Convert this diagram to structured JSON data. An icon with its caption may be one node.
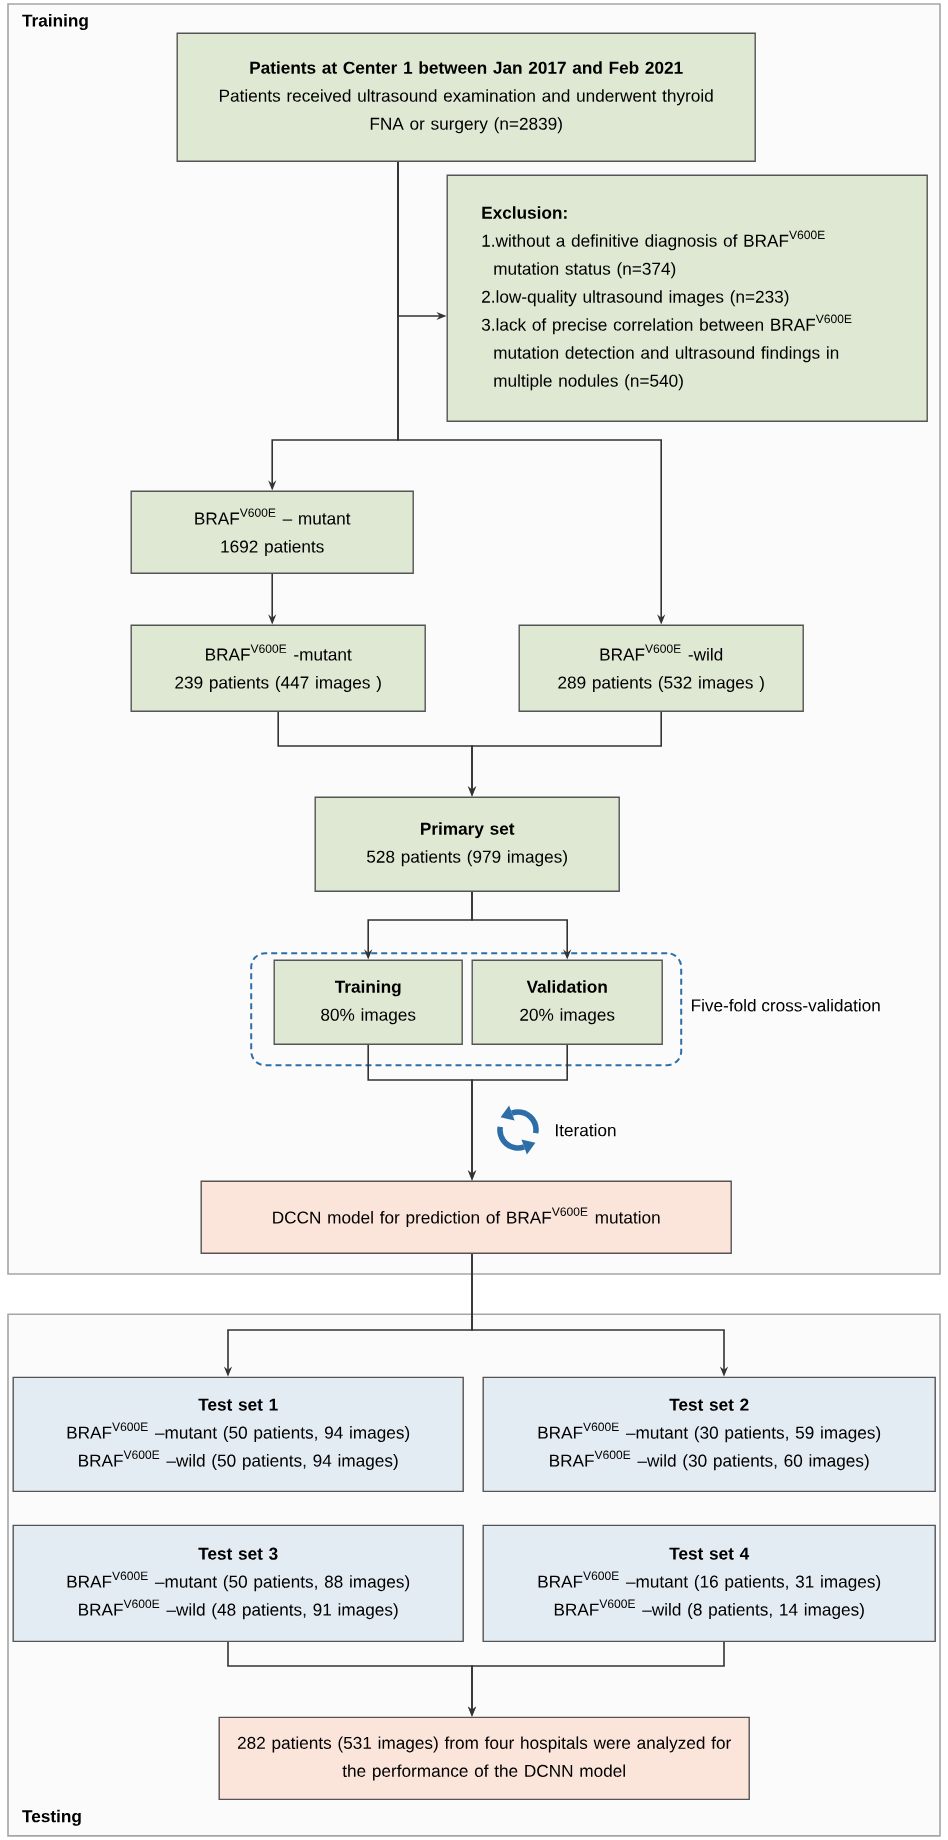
{
  "diagram": {
    "nodes": [
      {
        "text": [
          "Training"
        ]
      },
      {
        "text": [
          "Patients at Center 1 between Jan 2017 and Feb 2021",
          "Patients received ultrasound examination and underwent thyroid FNA or surgery (n=2839)"
        ],
        "in": 0
      },
      {
        "text": [
          "Exclusion:",
          "1.without a definitive diagnosis of BRAF$^{V600E}$ mutation status (n=374)",
          "2.low-quality ultrasound images (n=233)",
          "3.lack of precise correlation between BRAF$^{V600E}$ mutation detection and ultrasound findings in multiple nodules (n=540)"
        ],
        "in": 0
      },
      {
        "text": [
          "BRAF$^{V600E}$ – mutant",
          "1692 patients"
        ],
        "in": 0
      },
      {
        "text": [
          "BRAF$^{V600E}$ -mutant",
          "239 patients (447 images )"
        ],
        "in": 0
      },
      {
        "text": [
          "BRAF$^{V600E}$ -wild",
          "289 patients (532 images )"
        ],
        "in": 0
      },
      {
        "text": [
          "Primary set",
          "528 patients (979 images)"
        ],
        "in": 0
      },
      {
        "text": [],
        "shape": "box",
        "beside": [
          "Five-fold cross-validation"
        ],
        "in": 0
      },
      {
        "text": [
          "Training",
          "80% images"
        ],
        "in": 7
      },
      {
        "text": [
          "Validation",
          "20% images"
        ],
        "in": 7
      },
      {
        "text": [
          "DCCN model for prediction of BRAF$^{V600E}$ mutation"
        ],
        "in": 0
      },
      {
        "text": [
          "Testing"
        ]
      },
      {
        "text": [
          "Test set 1",
          "BRAF$^{V600E}$ –mutant (50 patients, 94 images)",
          "BRAF$^{V600E}$ –wild (50 patients, 94 images)"
        ],
        "in": 11
      },
      {
        "text": [
          "Test set 2",
          "BRAF$^{V600E}$ –mutant (30 patients, 59 images)",
          "BRAF$^{V600E}$ –wild (30 patients, 60 images)"
        ],
        "in": 11
      },
      {
        "text": [
          "Test set 3",
          "BRAF$^{V600E}$ –mutant (50 patients, 88 images)",
          "BRAF$^{V600E}$ –wild (48 patients, 91 images)"
        ],
        "in": 11
      },
      {
        "text": [
          "Test set 4",
          "BRAF$^{V600E}$ –mutant (16 patients, 31 images)",
          "BRAF$^{V600E}$ –wild (8 patients, 14 images)"
        ],
        "in": 11
      },
      {
        "text": [
          "282 patients (531 images) from four hospitals were analyzed for the performance of the DCNN model"
        ],
        "in": 11
      }
    ],
    "edges": [
      {
        "from": 1,
        "to": 2,
        "arrow": "to"
      },
      {
        "from": 1,
        "to": 3,
        "arrow": "to"
      },
      {
        "from": 1,
        "to": 5,
        "arrow": "to"
      },
      {
        "from": 3,
        "to": 4,
        "arrow": "to"
      },
      {
        "from": 4,
        "to": 6,
        "arrow": "to"
      },
      {
        "from": 5,
        "to": 6,
        "arrow": "to"
      },
      {
        "from": 6,
        "to": 8,
        "arrow": "to"
      },
      {
        "from": 6,
        "to": 9,
        "arrow": "to"
      },
      {
        "from": 8,
        "to": 10,
        "arrow": "to"
      },
      {
        "from": 9,
        "to": 10,
        "arrow": "to"
      },
      {
        "from": 10,
        "to": 12,
        "arrow": "to"
      },
      {
        "from": 10,
        "to": 13,
        "arrow": "to"
      },
      {
        "from": 14,
        "to": 16,
        "arrow": "to"
      },
      {
        "from": 15,
        "to": 16,
        "arrow": "to"
      }
    ],
    "labels": [
      "Iteration"
    ]
  }
}
